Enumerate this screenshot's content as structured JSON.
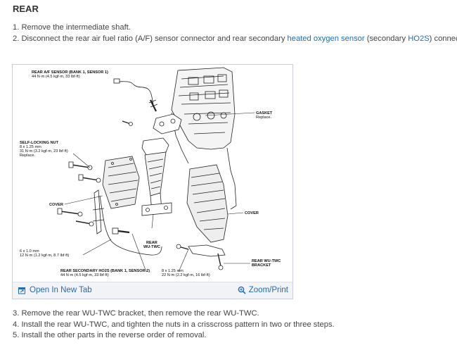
{
  "heading": "REAR",
  "steps_top": [
    {
      "num": "1.",
      "text": "Remove the intermediate shaft."
    },
    {
      "num": "2.",
      "pre": "Disconnect the rear air fuel ratio (A/F) sensor connector and rear secondary ",
      "link1": "heated oxygen sensor",
      "mid": " (secondary ",
      "link2": "HO2S",
      "post": ") connector."
    }
  ],
  "figure": {
    "labels": {
      "rear_af_1": "REAR A/F SENSOR (BANK 1, SENSOR 1)",
      "rear_af_2": "44 N·m (4.5 kgf·m, 33 lbf·ft)",
      "gasket_1": "GASKET",
      "gasket_2": "Replace.",
      "nut_1": "SELF-LOCKING NUT",
      "nut_2": "8 x 1.25 mm",
      "nut_3": "31 N·m (3.2 kgf·m, 23 lbf·ft)",
      "nut_4": "Replace.",
      "cover_left": "COVER",
      "cover_right": "COVER",
      "wutwc_1": "REAR",
      "wutwc_2": "WU-TWC",
      "bolt6_1": "6 x 1.0 mm",
      "bolt6_2": "12 N·m (1.2 kgf·m, 8.7 lbf·ft)",
      "bracket_1": "REAR WU-TWC",
      "bracket_2": "BRACKET",
      "ho2s_1": "REAR SECONDARY HO2S (BANK 1, SENSOR 2)",
      "ho2s_2": "44 N·m (4.5 kgf·m, 33 lbf·ft)",
      "bolt8_1": "8 x 1.25 mm",
      "bolt8_2": "22 N·m (2.2 kgf·m, 16 lbf·ft)"
    },
    "open_tab": "Open In New Tab",
    "zoom": "Zoom/Print"
  },
  "steps_bottom": [
    {
      "num": "3.",
      "text": "Remove the rear WU-TWC bracket, then remove the rear WU-TWC."
    },
    {
      "num": "4.",
      "text": "Install the rear WU-TWC, and tighten the nuts in a crisscross pattern in two or three steps."
    },
    {
      "num": "5.",
      "text": "Install the other parts in the reverse order of removal."
    }
  ],
  "colors": {
    "link": "#1f6db3",
    "text": "#444444",
    "bar": "#f1f3f6"
  }
}
